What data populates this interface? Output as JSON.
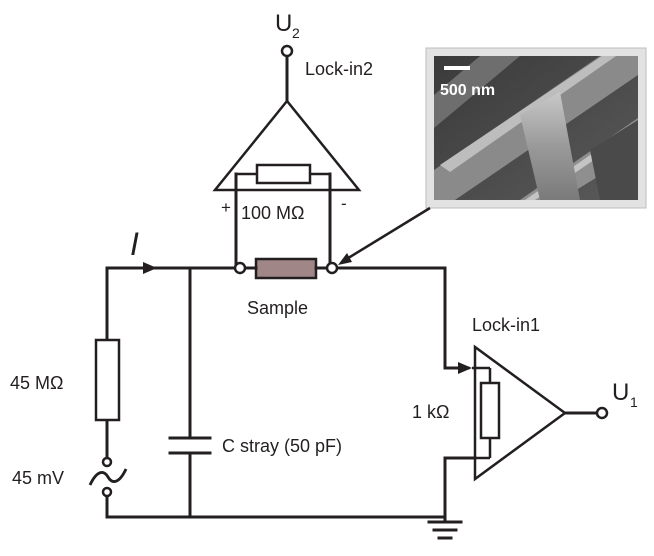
{
  "labels": {
    "u2": "U",
    "u2_sub": "2",
    "lockin2": "Lock-in2",
    "r_feedback": "100 MΩ",
    "plus": "+",
    "minus": "-",
    "current": "I",
    "sample": "Sample",
    "lockin1": "Lock-in1",
    "r_series": "45 MΩ",
    "r_shunt": "1 kΩ",
    "source": "45 mV",
    "c_stray": "C stray (50 pF)",
    "u1": "U",
    "u1_sub": "1",
    "scale_bar": "500 nm"
  },
  "colors": {
    "wire": "#231f20",
    "sample_fill": "#a08686",
    "inset_frame": "#e2e2e2"
  }
}
